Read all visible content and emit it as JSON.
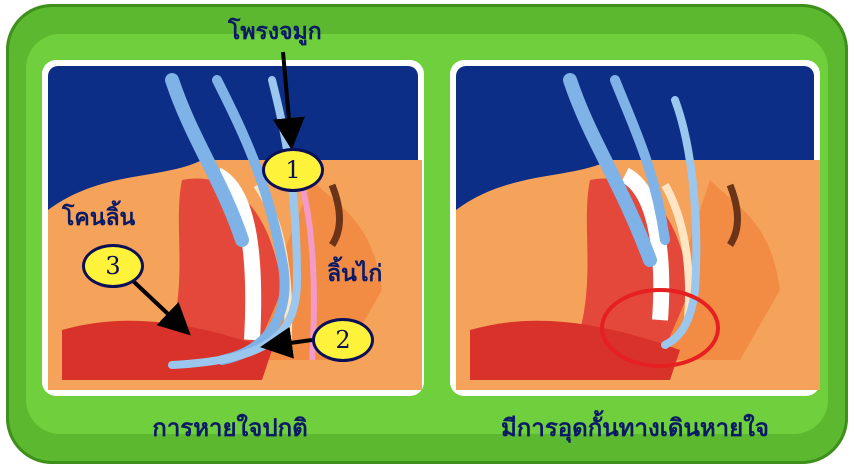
{
  "labels": {
    "nasal_cavity": "โพรงจมูก",
    "tongue_base": "โคนลิ้น",
    "uvula": "ลิ้นไก่"
  },
  "badges": {
    "one": "1",
    "two": "2",
    "three": "3"
  },
  "captions": {
    "left": "การหายใจปกติ",
    "right": "มีการอุดกั้นทางเดินหายใจ"
  },
  "colors": {
    "outer_frame": "#5cb82e",
    "inner_frame": "#6fcf3c",
    "background_dark": "#0d2e86",
    "skin": "#f5a25a",
    "tissue": "#e3483a",
    "air": "#7fb2e6",
    "badge_fill": "#fff23a",
    "highlight_ring": "#e62020"
  }
}
